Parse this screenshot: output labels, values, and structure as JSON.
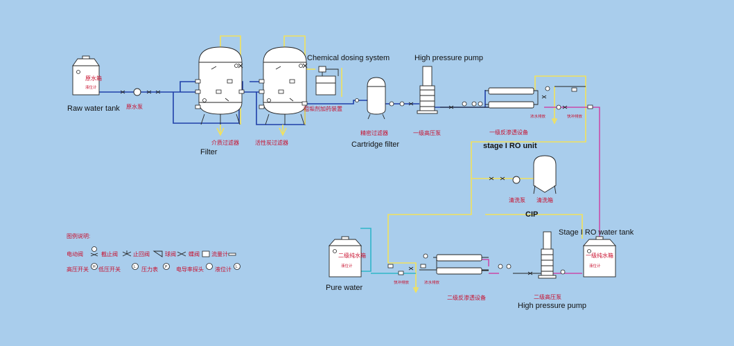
{
  "labels": {
    "raw_water_tank_en": "Raw water tank",
    "raw_water_tank_cn": "原水箱",
    "level_gauge_cn": "液位计",
    "raw_pump_cn": "原水泵",
    "media_filter_cn": "介质过滤器",
    "filter_en": "Filter",
    "carbon_filter_cn": "活性炭过滤器",
    "chem_dosing_en": "Chemical dosing system",
    "antiscalant_cn": "阻垢剂加药装置",
    "cartridge_cn": "精密过滤器",
    "cartridge_en": "Cartridge filter",
    "hp_pump_top_en": "High pressure pump",
    "hp_pump1_cn": "一级高压泵",
    "ro1_cn": "一级反渗透设备",
    "ro1_en": "stage I RO unit",
    "concentrate_discharge_cn": "浓水排放",
    "flush_discharge_cn": "快冲排放",
    "cip_pump_cn": "清洗泵",
    "cip_tank_cn": "清洗箱",
    "cip_en": "CIP",
    "stage1_tank_en": "Stage I RO water tank",
    "stage1_tank_cn": "一级纯水箱",
    "pure_water_en": "Pure water",
    "pure_tank_cn": "二级纯水箱",
    "ro2_cn": "二级反渗透设备",
    "hp_pump2_cn": "二级高压泵",
    "hp_pump_bottom_en": "High pressure pump"
  },
  "legend": {
    "title": "图例说明:",
    "row1": [
      "电动阀",
      "截止阀",
      "止回阀",
      "球阀",
      "蝶阀",
      "流量计"
    ],
    "row2": [
      "高压开关",
      "低压开关",
      "压力表",
      "电导率探头",
      "液位计"
    ]
  },
  "colors": {
    "background": "#a9cdec",
    "raw_water_line": "#1f3fa8",
    "concentrate_line": "#f2e25c",
    "product_line": "#d0309b",
    "pure_water_line": "#2fb6c8",
    "annotation_text": "#c8102e"
  }
}
